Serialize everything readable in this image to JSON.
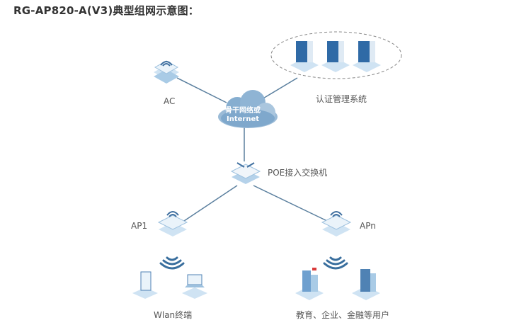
{
  "title": "RG-AP820-A(V3)典型组网示意图：",
  "nodes": {
    "ac": {
      "label": "AC",
      "icon": "ac-controller-icon"
    },
    "cloud": {
      "line1": "骨干网络或",
      "line2": "Internet",
      "icon": "cloud-icon"
    },
    "auth": {
      "label": "认证管理系统",
      "icon": "server-icon"
    },
    "poe": {
      "label": "POE接入交换机",
      "icon": "switch-icon"
    },
    "ap1": {
      "label": "AP1",
      "icon": "access-point-icon"
    },
    "apn": {
      "label": "APn",
      "icon": "access-point-icon"
    },
    "wlan": {
      "label": "Wlan终端",
      "icon": "terminal-icon"
    },
    "users": {
      "label": "教育、企业、金融等用户",
      "icon": "building-icon"
    }
  },
  "colors": {
    "link": "#5a7f9e",
    "device_blue": "#3f7fbf",
    "device_light": "#cfe3f3",
    "cloud": "#7fa8cc",
    "wifi": "#3a6f9e"
  }
}
